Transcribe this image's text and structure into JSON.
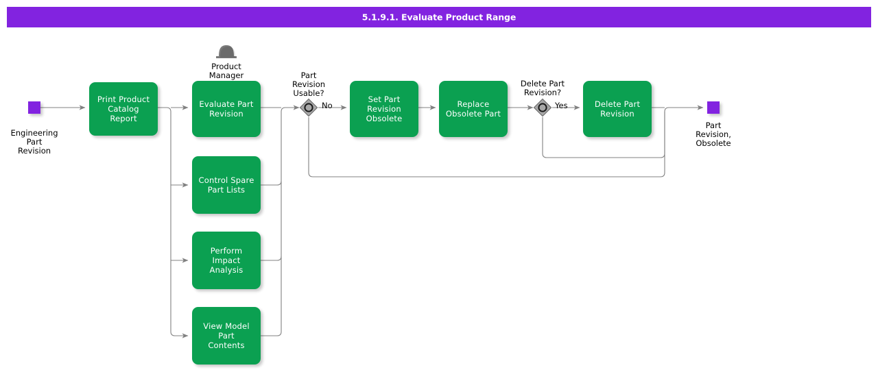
{
  "header": {
    "title": "5.1.9.1. Evaluate Product Range",
    "bar_color": "#8223e0",
    "text_color": "#ffffff"
  },
  "colors": {
    "task_fill": "#0ba051",
    "task_text": "#ffffff",
    "event_fill": "#8223e0",
    "gateway_fill": "#a8a8a8",
    "gateway_stroke": "#6e6e6e",
    "gateway_inner": "#1a1a1a",
    "connector": "#808080",
    "role_icon": "#7a7a7a",
    "canvas": "#ffffff"
  },
  "events": {
    "start": {
      "name": "start-event",
      "label": "Engineering\nPart\nRevision"
    },
    "end": {
      "name": "end-event",
      "label": "Part\nRevision,\nObsolete"
    }
  },
  "role": {
    "icon": "product-manager-icon",
    "label": "Product\nManager"
  },
  "tasks": [
    {
      "id": "print-product-catalog-report",
      "label": "Print Product\nCatalog Report"
    },
    {
      "id": "evaluate-part-revision",
      "label": "Evaluate Part\nRevision"
    },
    {
      "id": "control-spare-part-lists",
      "label": "Control Spare\nPart Lists"
    },
    {
      "id": "perform-impact-analysis",
      "label": "Perform Impact\nAnalysis"
    },
    {
      "id": "view-model-part-contents",
      "label": "View Model Part\nContents"
    },
    {
      "id": "set-part-revision-obsolete",
      "label": "Set Part\nRevision\nObsolete"
    },
    {
      "id": "replace-obsolete-part",
      "label": "Replace\nObsolete Part"
    },
    {
      "id": "delete-part-revision",
      "label": "Delete Part\nRevision"
    }
  ],
  "gateways": [
    {
      "id": "part-revision-usable",
      "label": "Part\nRevision\nUsable?",
      "flow_label": "No"
    },
    {
      "id": "delete-part-revision",
      "label": "Delete Part\nRevision?",
      "flow_label": "Yes"
    }
  ]
}
